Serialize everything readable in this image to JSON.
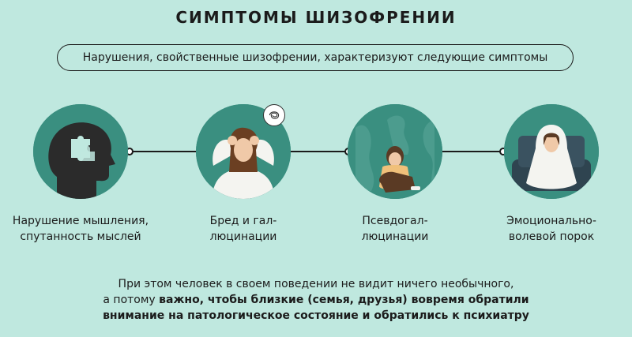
{
  "title": "СИМПТОМЫ ШИЗОФРЕНИИ",
  "subtitle": "Нарушения, свойственные шизофрении, характеризуют следующие симптомы",
  "symptoms": [
    {
      "line1": "Нарушение мышления,",
      "line2": "спутанность мыслей",
      "icon": "head-puzzle-icon"
    },
    {
      "line1": "Бред и гал-",
      "line2": "люцинации",
      "icon": "woman-holding-head-icon"
    },
    {
      "line1": "Псевдогал-",
      "line2": "люцинации",
      "icon": "woman-sitting-scared-icon"
    },
    {
      "line1": "Эмоционально-",
      "line2": "волевой порок",
      "icon": "woman-in-blanket-icon"
    }
  ],
  "bottom": {
    "line1": "При этом человек в своем поведении не видит ничего необычного,",
    "line2_prefix": "а потому ",
    "line2_bold": "важно, чтобы близкие (семья, друзья) вовремя обратили",
    "line3_bold": "внимание на патологическое состояние и обратились к психиатру"
  },
  "colors": {
    "background": "#bfe8df",
    "circle": "#3a8f80",
    "dark": "#1b1b1b"
  }
}
